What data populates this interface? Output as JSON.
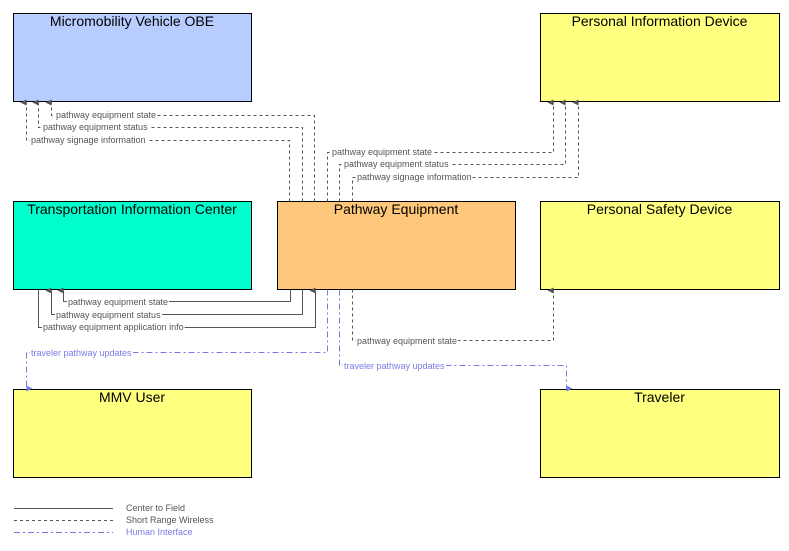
{
  "colors": {
    "center_to_field": "#555555",
    "short_range_wireless": "#555555",
    "human_interface": "#7a7ae6",
    "label_gray": "#555555",
    "label_blue": "#7a7ae6"
  },
  "nodes": [
    {
      "id": "mvobe",
      "label": "Micromobility Vehicle OBE",
      "fill": "#b8cdff"
    },
    {
      "id": "pid",
      "label": "Personal Information Device",
      "fill": "#ffff80"
    },
    {
      "id": "tic",
      "label": "Transportation Information Center",
      "fill": "#00ffcc"
    },
    {
      "id": "pe",
      "label": "Pathway Equipment",
      "fill": "#ffc77a"
    },
    {
      "id": "psd",
      "label": "Personal Safety Device",
      "fill": "#ffff80"
    },
    {
      "id": "mmv",
      "label": "MMV User",
      "fill": "#ffff80"
    },
    {
      "id": "trav",
      "label": "Traveler",
      "fill": "#ffff80"
    }
  ],
  "flows": [
    {
      "label": "pathway equipment state",
      "from": "pe",
      "to": "mvobe",
      "type": "short_range_wireless"
    },
    {
      "label": "pathway equipment status",
      "from": "pe",
      "to": "mvobe",
      "type": "short_range_wireless"
    },
    {
      "label": "pathway signage information",
      "from": "pe",
      "to": "mvobe",
      "type": "short_range_wireless"
    },
    {
      "label": "pathway equipment state",
      "from": "pe",
      "to": "pid",
      "type": "short_range_wireless"
    },
    {
      "label": "pathway equipment status",
      "from": "pe",
      "to": "pid",
      "type": "short_range_wireless"
    },
    {
      "label": "pathway signage information",
      "from": "pe",
      "to": "pid",
      "type": "short_range_wireless"
    },
    {
      "label": "pathway equipment state",
      "from": "pe",
      "to": "tic",
      "type": "center_to_field"
    },
    {
      "label": "pathway equipment status",
      "from": "pe",
      "to": "tic",
      "type": "center_to_field"
    },
    {
      "label": "pathway equipment application info",
      "from": "tic",
      "to": "pe",
      "type": "center_to_field"
    },
    {
      "label": "pathway equipment state",
      "from": "pe",
      "to": "psd",
      "type": "short_range_wireless"
    },
    {
      "label": "traveler pathway updates",
      "from": "pe",
      "to": "mmv",
      "type": "human_interface"
    },
    {
      "label": "traveler pathway updates",
      "from": "pe",
      "to": "trav",
      "type": "human_interface"
    }
  ],
  "legend": [
    {
      "label": "Center to Field",
      "type": "center_to_field"
    },
    {
      "label": "Short Range Wireless",
      "type": "short_range_wireless"
    },
    {
      "label": "Human Interface",
      "type": "human_interface"
    }
  ]
}
